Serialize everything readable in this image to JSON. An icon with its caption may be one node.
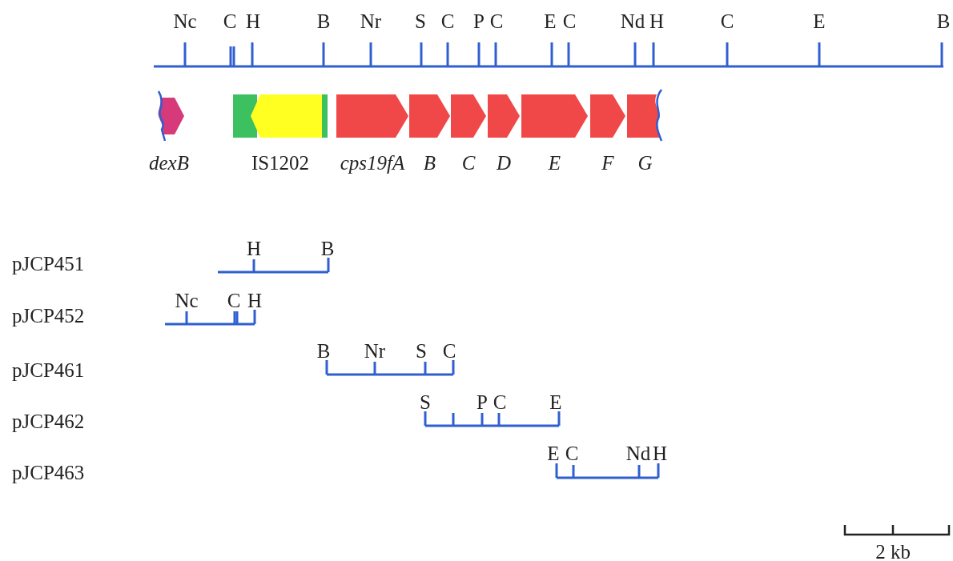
{
  "diagram": {
    "nodes": [
      {
        "text": [
          "dexB"
        ]
      },
      {
        "text": [
          "IS1202"
        ]
      },
      {
        "text": [
          "cps19fA"
        ]
      },
      {
        "text": [
          "B"
        ]
      },
      {
        "text": [
          "C"
        ]
      },
      {
        "text": [
          "D"
        ]
      },
      {
        "text": [
          "E"
        ]
      },
      {
        "text": [
          "F"
        ]
      },
      {
        "text": [
          "G"
        ]
      }
    ],
    "edges": [],
    "labels": [
      "Nc",
      "C",
      "H",
      "B",
      "Nr",
      "S",
      "C",
      "P",
      "C",
      "E",
      "C",
      "Nd",
      "H",
      "C",
      "E",
      "B",
      "pJCP451",
      "H",
      "B",
      "pJCP452",
      "Nc",
      "C",
      "H",
      "pJCP461",
      "B",
      "Nr",
      "S",
      "C",
      "pJCP462",
      "S",
      "P",
      "C",
      "E",
      "pJCP463",
      "E",
      "C",
      "Nd",
      "H",
      "2 kb"
    ]
  }
}
